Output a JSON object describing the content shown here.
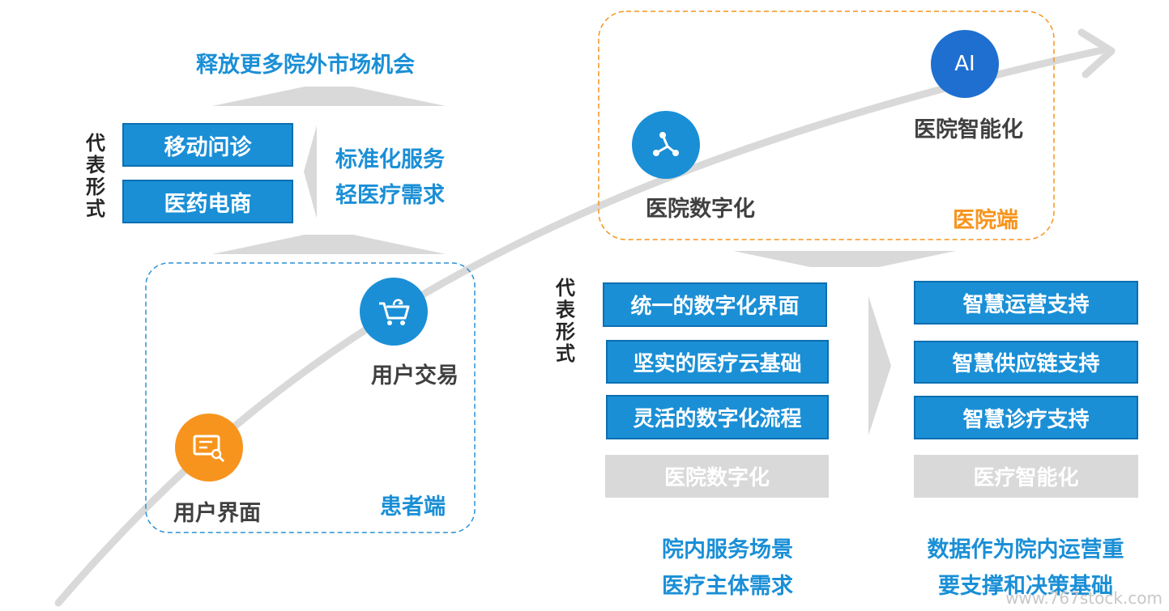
{
  "left": {
    "top_caption": "释放更多院外市场机会",
    "vertical_label": "代表形式",
    "boxes": [
      "移动问诊",
      "医药电商"
    ],
    "side_text": [
      "标准化服务",
      "轻医疗需求"
    ],
    "patient_group_label": "患者端",
    "node_trade": "用户交易",
    "node_ui": "用户界面"
  },
  "right": {
    "hospital_group_label": "医院端",
    "node_digital": "医院数字化",
    "node_ai_badge": "AI",
    "node_ai": "医院智能化",
    "vertical_label": "代表形式",
    "col1_boxes": [
      "统一的数字化界面",
      "坚实的医疗云基础",
      "灵活的数字化流程"
    ],
    "col1_footer": "医院数字化",
    "col2_boxes": [
      "智慧运营支持",
      "智慧供应链支持",
      "智慧诊疗支持"
    ],
    "col2_footer": "医疗智能化",
    "col1_caption": [
      "院内服务场景",
      "医疗主体需求"
    ],
    "col2_caption": [
      "数据作为院内运营重",
      "要支撑和决策基础"
    ]
  },
  "watermark": "www.767stock.com",
  "colors": {
    "blue": "#1a8fd6",
    "orange": "#f7941d",
    "ai_blue": "#1e6fd0",
    "gray": "#d9d9d9"
  }
}
